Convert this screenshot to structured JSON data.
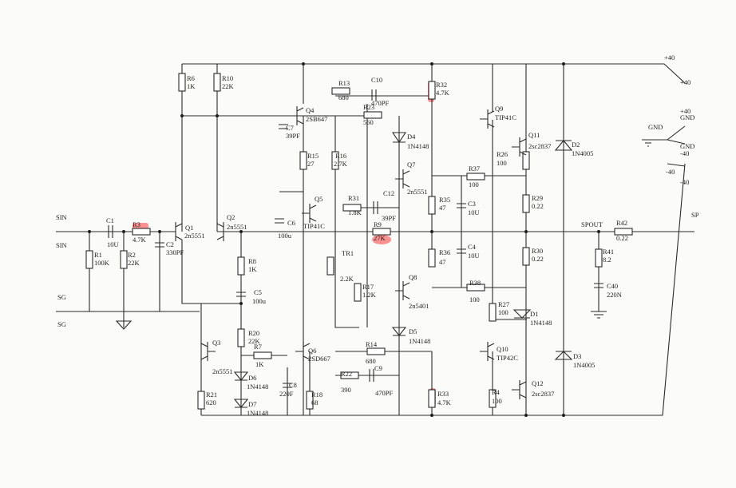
{
  "components": {
    "R6": {
      "ref": "R6",
      "val": "1K"
    },
    "R10": {
      "ref": "R10",
      "val": "22K"
    },
    "R13": {
      "ref": "R13",
      "val": "680"
    },
    "C10": {
      "ref": "C10",
      "val": "470PF"
    },
    "R23": {
      "ref": "R23",
      "val": "560"
    },
    "R32": {
      "ref": "R32",
      "val": "4.7K"
    },
    "Q4": {
      "ref": "Q4",
      "val": "2SB647"
    },
    "C7": {
      "ref": "C7",
      "val": "39PF"
    },
    "R15": {
      "ref": "R15",
      "val": "27"
    },
    "R16": {
      "ref": "R16",
      "val": "2.7K"
    },
    "D4": {
      "ref": "D4",
      "val": "1N4148"
    },
    "Q9": {
      "ref": "Q9",
      "val": "TIP41C"
    },
    "Q11": {
      "ref": "Q11",
      "val": "2sc2837"
    },
    "D2": {
      "ref": "D2",
      "val": "1N4005"
    },
    "R26": {
      "ref": "R26",
      "val": "100"
    },
    "Q7": {
      "ref": "Q7",
      "val": "2n5551"
    },
    "R37": {
      "ref": "R37",
      "val": "100"
    },
    "R29": {
      "ref": "R29",
      "val": "0.22"
    },
    "R35": {
      "ref": "R35",
      "val": "47"
    },
    "C3": {
      "ref": "C3",
      "val": "10U"
    },
    "R31": {
      "ref": "R31",
      "val": "1.8K"
    },
    "C12": {
      "ref": "C12",
      "val": "39PF"
    },
    "Q5": {
      "ref": "Q5",
      "val": "TIP41C"
    },
    "C6": {
      "ref": "C6",
      "val": "100u"
    },
    "C1": {
      "ref": "C1",
      "val": "10U"
    },
    "R3": {
      "ref": "R3",
      "val": "4.7K"
    },
    "Q1": {
      "ref": "Q1",
      "val": "2n5551"
    },
    "Q2": {
      "ref": "Q2",
      "val": "2n5551"
    },
    "C2": {
      "ref": "C2",
      "val": "330PF"
    },
    "R1": {
      "ref": "R1",
      "val": "100K"
    },
    "R2": {
      "ref": "R2",
      "val": "22K"
    },
    "R9": {
      "ref": "R9",
      "val": "27K"
    },
    "R42": {
      "ref": "R42",
      "val": "0.22"
    },
    "R36": {
      "ref": "R36",
      "val": "47"
    },
    "C4": {
      "ref": "C4",
      "val": "10U"
    },
    "R30": {
      "ref": "R30",
      "val": "0.22"
    },
    "R41": {
      "ref": "R41",
      "val": "8.2"
    },
    "TR1": {
      "ref": "TR1",
      "val": "2.2K"
    },
    "R17": {
      "ref": "R17",
      "val": "1.2K"
    },
    "R8": {
      "ref": "R8",
      "val": "1K"
    },
    "C5": {
      "ref": "C5",
      "val": "100u"
    },
    "Q8": {
      "ref": "Q8",
      "val": "2n5401"
    },
    "R38": {
      "ref": "R38",
      "val": "100"
    },
    "R27": {
      "ref": "R27",
      "val": "100"
    },
    "D1": {
      "ref": "D1",
      "val": "1N4148"
    },
    "C40": {
      "ref": "C40",
      "val": "220N"
    },
    "D5": {
      "ref": "D5",
      "val": "1N4148"
    },
    "R20": {
      "ref": "R20",
      "val": "22K"
    },
    "R7": {
      "ref": "R7",
      "val": "1K"
    },
    "Q3": {
      "ref": "Q3",
      "val": "2n5551"
    },
    "Q6": {
      "ref": "Q6",
      "val": "2SD667"
    },
    "R14": {
      "ref": "R14",
      "val": "680"
    },
    "Q10": {
      "ref": "Q10",
      "val": "TIP42C"
    },
    "D3": {
      "ref": "D3",
      "val": "1N4005"
    },
    "D6": {
      "ref": "D6",
      "val": "1N4148"
    },
    "C8": {
      "ref": "C8",
      "val": "220F"
    },
    "R18": {
      "ref": "R18",
      "val": "68"
    },
    "R22": {
      "ref": "R22",
      "val": "390"
    },
    "C9": {
      "ref": "C9",
      "val": "470PF"
    },
    "R33": {
      "ref": "R33",
      "val": "4.7K"
    },
    "Q12": {
      "ref": "Q12",
      "val": "2sc2837"
    },
    "R4": {
      "ref": "R4",
      "val": "100"
    },
    "R21": {
      "ref": "R21",
      "val": "620"
    },
    "D7": {
      "ref": "D7",
      "val": "1N4148"
    }
  },
  "nets": {
    "plus40_top": "+40",
    "plus40_a": "+40",
    "plus40_b": "+40",
    "gnd_left": "GND",
    "gnd_a": "GND",
    "gnd_b": "GND",
    "minus40_left": "-40",
    "minus40_a": "-40",
    "minus40_b": "-40",
    "sin_a": "SIN",
    "sin_b": "SIN",
    "sg_a": "SG",
    "sg_b": "SG",
    "spout": "SPOUT",
    "sp": "SP"
  },
  "highlighted_refs": [
    "R3",
    "R9",
    "R32",
    "R33"
  ]
}
